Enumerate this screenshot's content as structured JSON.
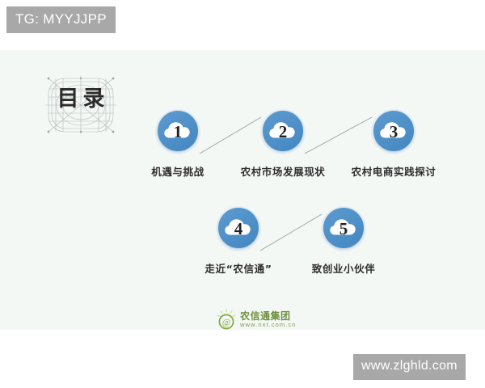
{
  "watermarks": {
    "top_left": "TG: MYYJJPP",
    "bottom_right": "www.zlghld.com"
  },
  "slide": {
    "heading": "目录",
    "background_color": "#f4f8f5",
    "accent_color": "#4f91c9",
    "items": [
      {
        "number": "1",
        "label": "机遇与挑战"
      },
      {
        "number": "2",
        "label": "农村市场发展现状"
      },
      {
        "number": "3",
        "label": "农村电商实践探讨"
      },
      {
        "number": "4",
        "label": "走近“农信通”"
      },
      {
        "number": "5",
        "label": "致创业小伙伴"
      }
    ],
    "logo": {
      "name": "农信通集团",
      "url": "www.nxt.com.cn",
      "mark": "at-sign-icon",
      "color": "#6d8f3c"
    }
  }
}
